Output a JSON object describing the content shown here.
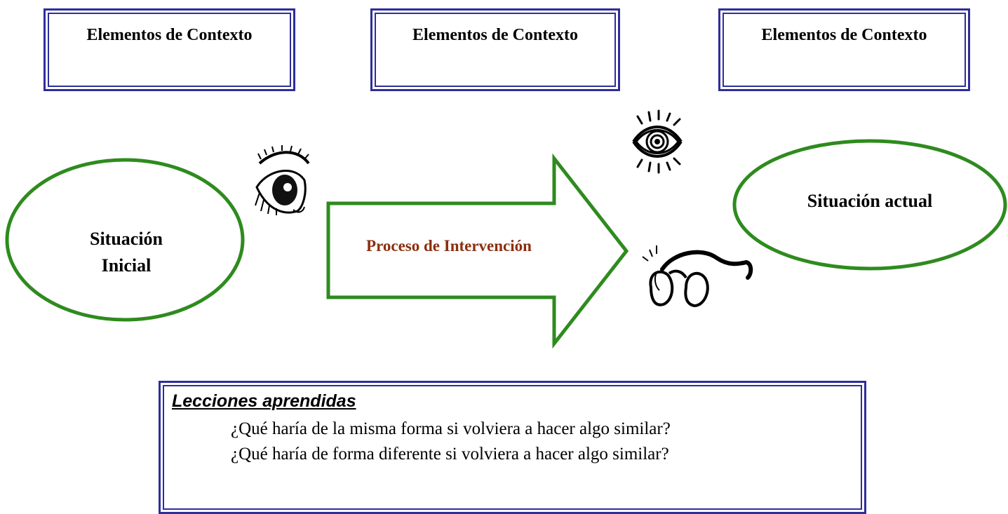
{
  "context_boxes": [
    {
      "label": "Elementos de Contexto"
    },
    {
      "label": "Elementos de Contexto"
    },
    {
      "label": "Elementos de Contexto"
    }
  ],
  "initial_situation": {
    "line1": "Situación",
    "line2": "Inicial"
  },
  "process": {
    "label": "Proceso de Intervención"
  },
  "current_situation": {
    "label": "Situación actual"
  },
  "lessons": {
    "title": "Lecciones aprendidas",
    "questions": [
      "¿Qué haría de la misma forma si volviera a hacer algo similar?",
      "¿Qué haría de forma diferente si volviera a hacer algo similar?"
    ]
  },
  "colors": {
    "box_border": "#2e2e9a",
    "shape_stroke": "#2e8b1e",
    "process_text": "#8b2f10"
  },
  "icons": [
    "eye-side-icon",
    "eye-radiant-icon",
    "eyeglasses-icon"
  ]
}
